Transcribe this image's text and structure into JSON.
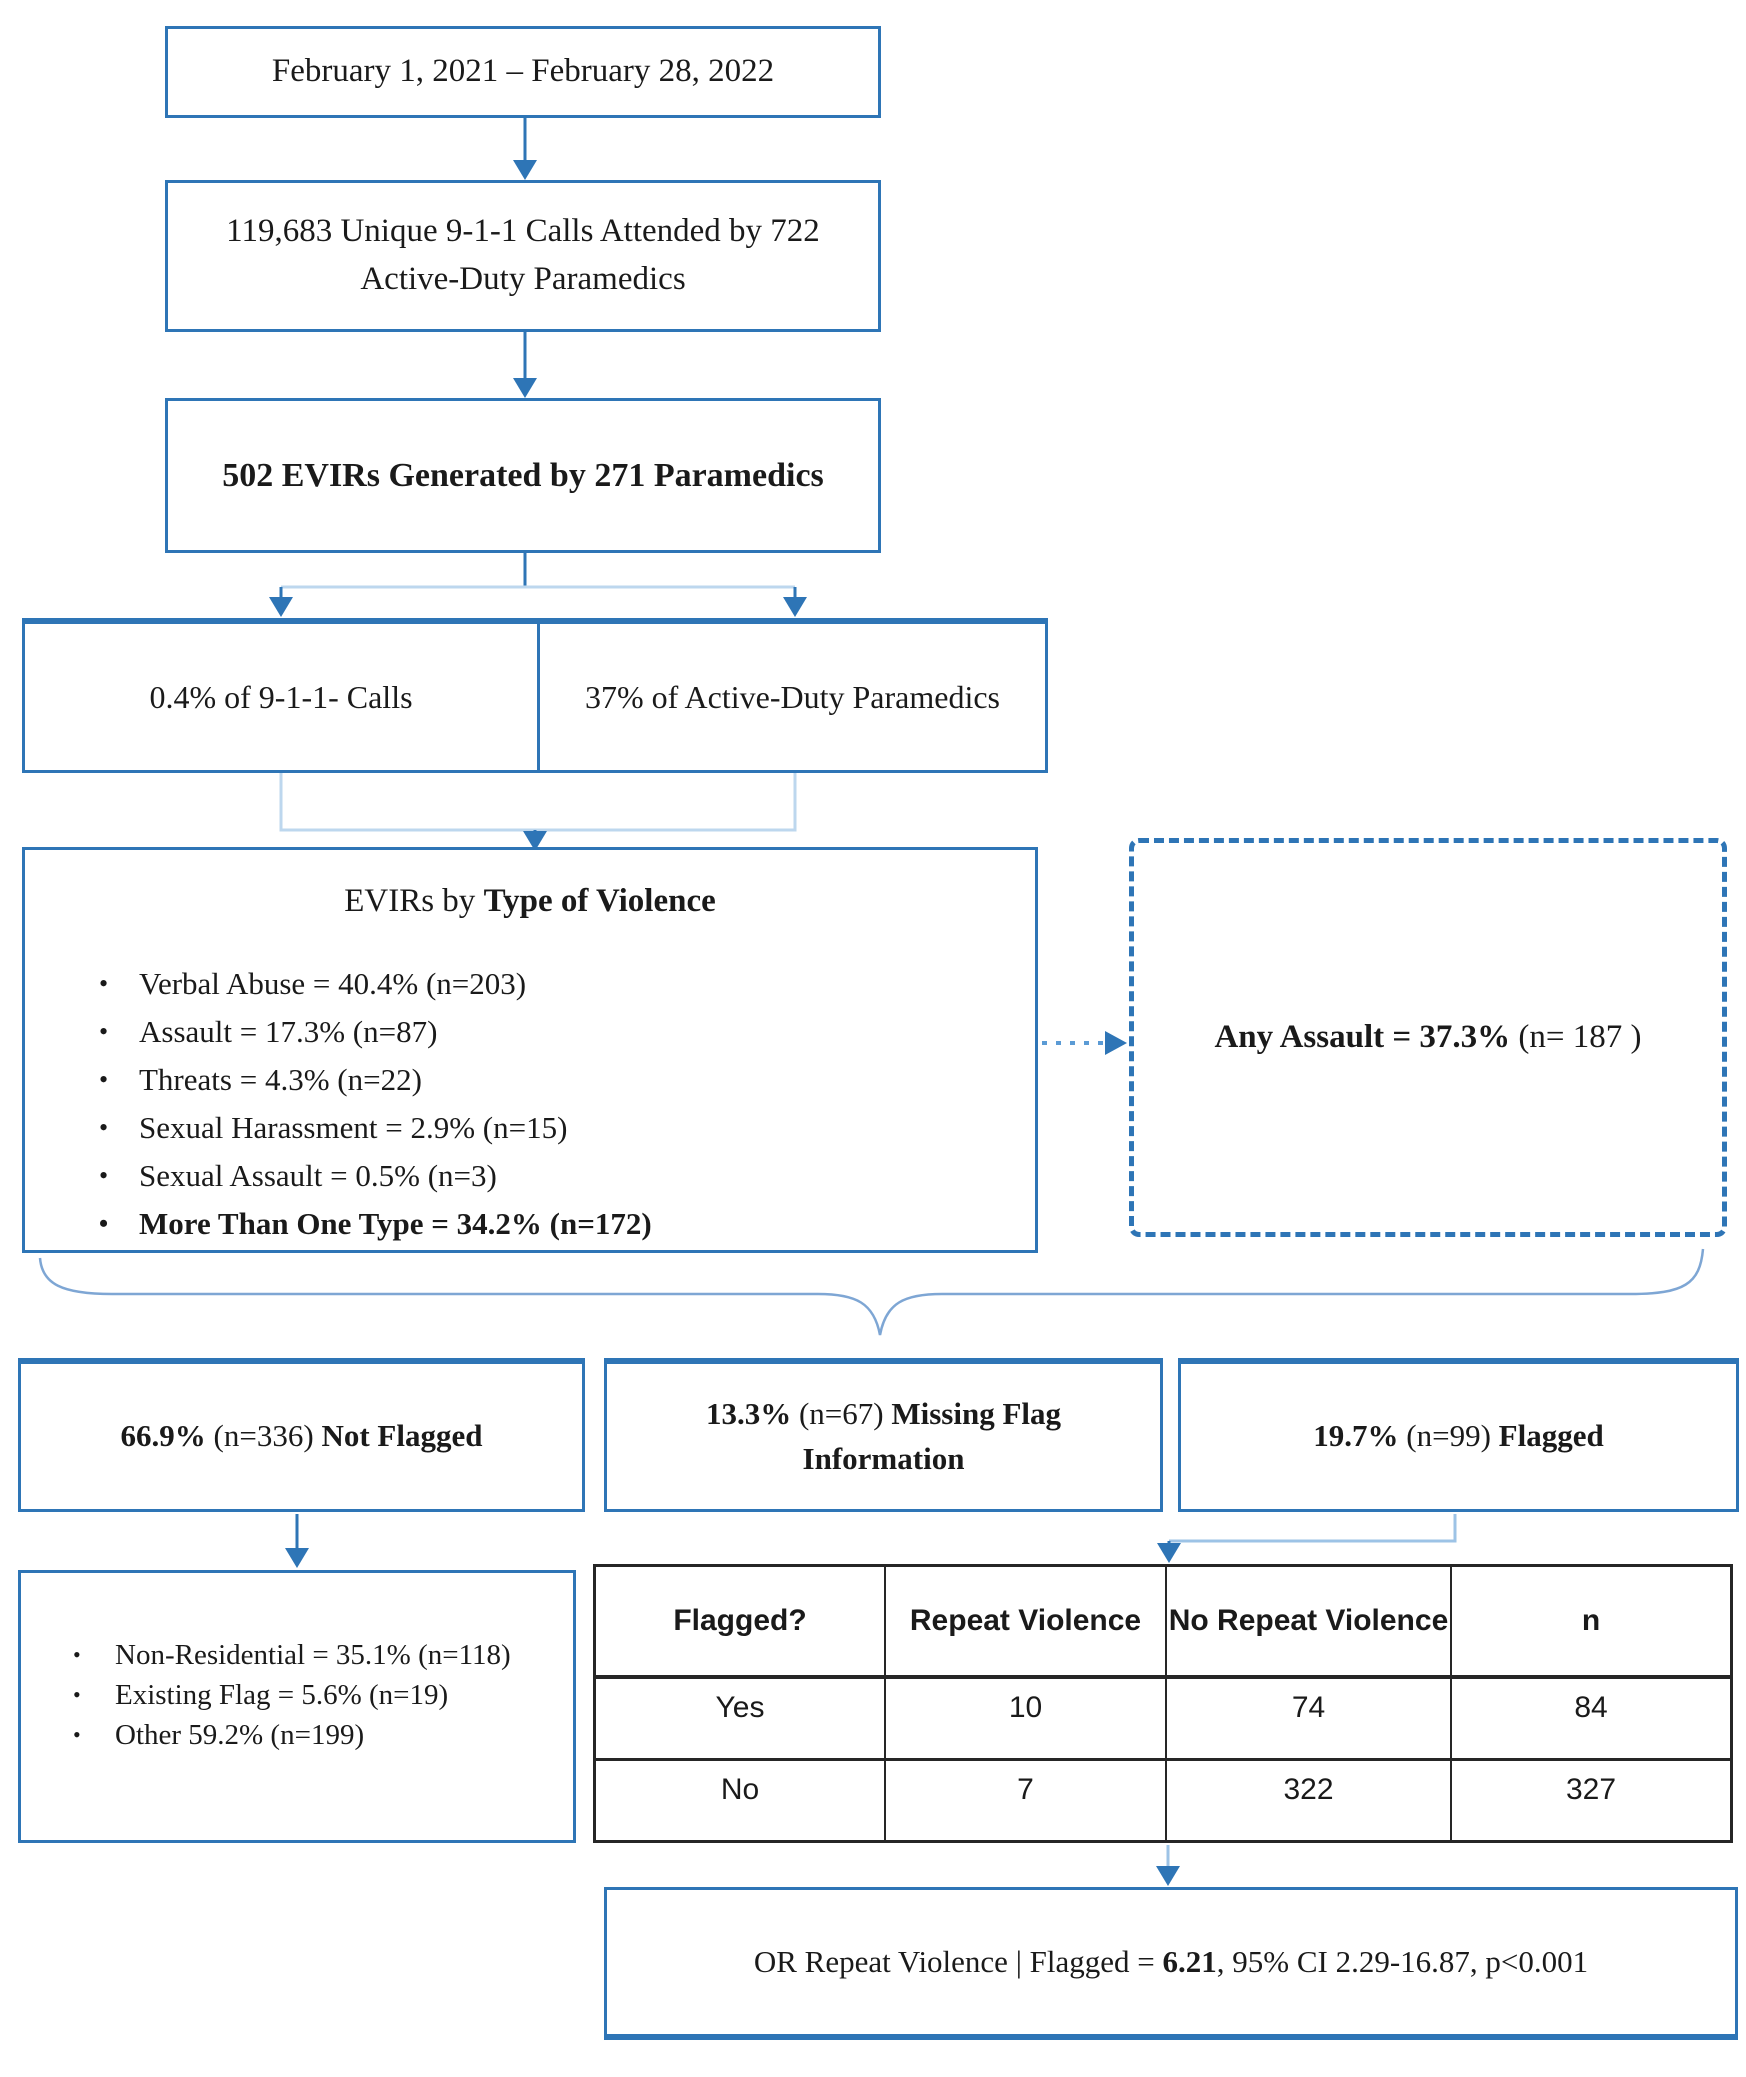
{
  "palette": {
    "box_border": "#2E75B6",
    "arrow": "#2E75B6",
    "connector_light": "#BDD7EE",
    "brace": "#7EA6D4",
    "table_border": "#262626",
    "text": "#1A1A1A"
  },
  "flow": {
    "date_box": "February 1, 2021 – February 28, 2022",
    "calls_box": "119,683 Unique 9-1-1 Calls Attended by 722 Active-Duty Paramedics",
    "evirs_box": "502 EVIRs Generated by 271 Paramedics",
    "pct_calls_box": "0.4% of 9-1-1- Calls",
    "pct_medics_box": "37% of Active-Duty Paramedics",
    "type_box": {
      "title_prefix": "EVIRs by ",
      "title_bold": "Type of Violence",
      "bullets": [
        "Verbal Abuse = 40.4% (n=203)",
        "Assault = 17.3% (n=87)",
        "Threats = 4.3% (n=22)",
        "Sexual Harassment = 2.9% (n=15)",
        "Sexual Assault = 0.5% (n=3)",
        "More Than One Type = 34.2% (n=172)"
      ]
    },
    "any_assault": {
      "bold": "Any Assault = 37.3% ",
      "rest": "(n= 187 )"
    },
    "not_flagged": {
      "pct": "66.9% ",
      "n": "(n=336) ",
      "label": "Not Flagged"
    },
    "missing": {
      "pct": "13.3% ",
      "n": "(n=67) ",
      "label": "Missing Flag Information"
    },
    "flagged": {
      "pct": "19.7% ",
      "n": "(n=99) ",
      "label": "Flagged"
    },
    "detail": {
      "bullets": [
        "Non-Residential = 35.1% (n=118)",
        "Existing Flag = 5.6% (n=19)",
        "Other 59.2% (n=199)"
      ]
    },
    "or_box": {
      "prefix": "OR Repeat Violence | Flagged = ",
      "bold": "6.21",
      "suffix": ", 95% CI 2.29-16.87, p<0.001"
    }
  },
  "table": {
    "headers": [
      "Flagged?",
      "Repeat Violence",
      "No Repeat Violence",
      "n"
    ],
    "rows": [
      [
        "Yes",
        "10",
        "74",
        "84"
      ],
      [
        "No",
        "7",
        "322",
        "327"
      ]
    ]
  }
}
